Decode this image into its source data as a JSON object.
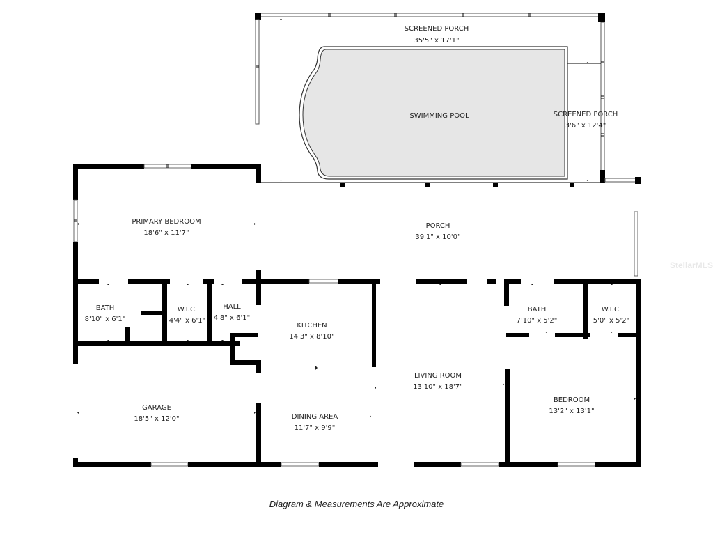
{
  "floorplan": {
    "rooms": [
      {
        "id": "screened-porch",
        "name": "SCREENED PORCH",
        "dims": "35'5\" x 17'1\""
      },
      {
        "id": "swimming-pool",
        "name": "SWIMMING POOL",
        "dims": ""
      },
      {
        "id": "screened-porch-small",
        "name": "SCREENED PORCH",
        "dims": "3'6\" x 12'4\""
      },
      {
        "id": "primary-bedroom",
        "name": "PRIMARY BEDROOM",
        "dims": "18'6\" x 11'7\""
      },
      {
        "id": "porch",
        "name": "PORCH",
        "dims": "39'1\" x 10'0\""
      },
      {
        "id": "bath-primary",
        "name": "BATH",
        "dims": "8'10\" x 6'1\""
      },
      {
        "id": "wic-primary",
        "name": "W.I.C.",
        "dims": "4'4\" x 6'1\""
      },
      {
        "id": "hall",
        "name": "HALL",
        "dims": "4'8\" x 6'1\""
      },
      {
        "id": "kitchen",
        "name": "KITCHEN",
        "dims": "14'3\" x 8'10\""
      },
      {
        "id": "living-room",
        "name": "LIVING ROOM",
        "dims": "13'10\" x 18'7\""
      },
      {
        "id": "bath-2",
        "name": "BATH",
        "dims": "7'10\" x 5'2\""
      },
      {
        "id": "wic-2",
        "name": "W.I.C.",
        "dims": "5'0\" x 5'2\""
      },
      {
        "id": "bedroom",
        "name": "BEDROOM",
        "dims": "13'2\" x 13'1\""
      },
      {
        "id": "garage",
        "name": "GARAGE",
        "dims": "18'5\" x 12'0\""
      },
      {
        "id": "dining-area",
        "name": "DINING AREA",
        "dims": "11'7\" x 9'9\""
      }
    ],
    "caption": "Diagram & Measurements Are Approximate",
    "watermark": "StellarMLS"
  }
}
